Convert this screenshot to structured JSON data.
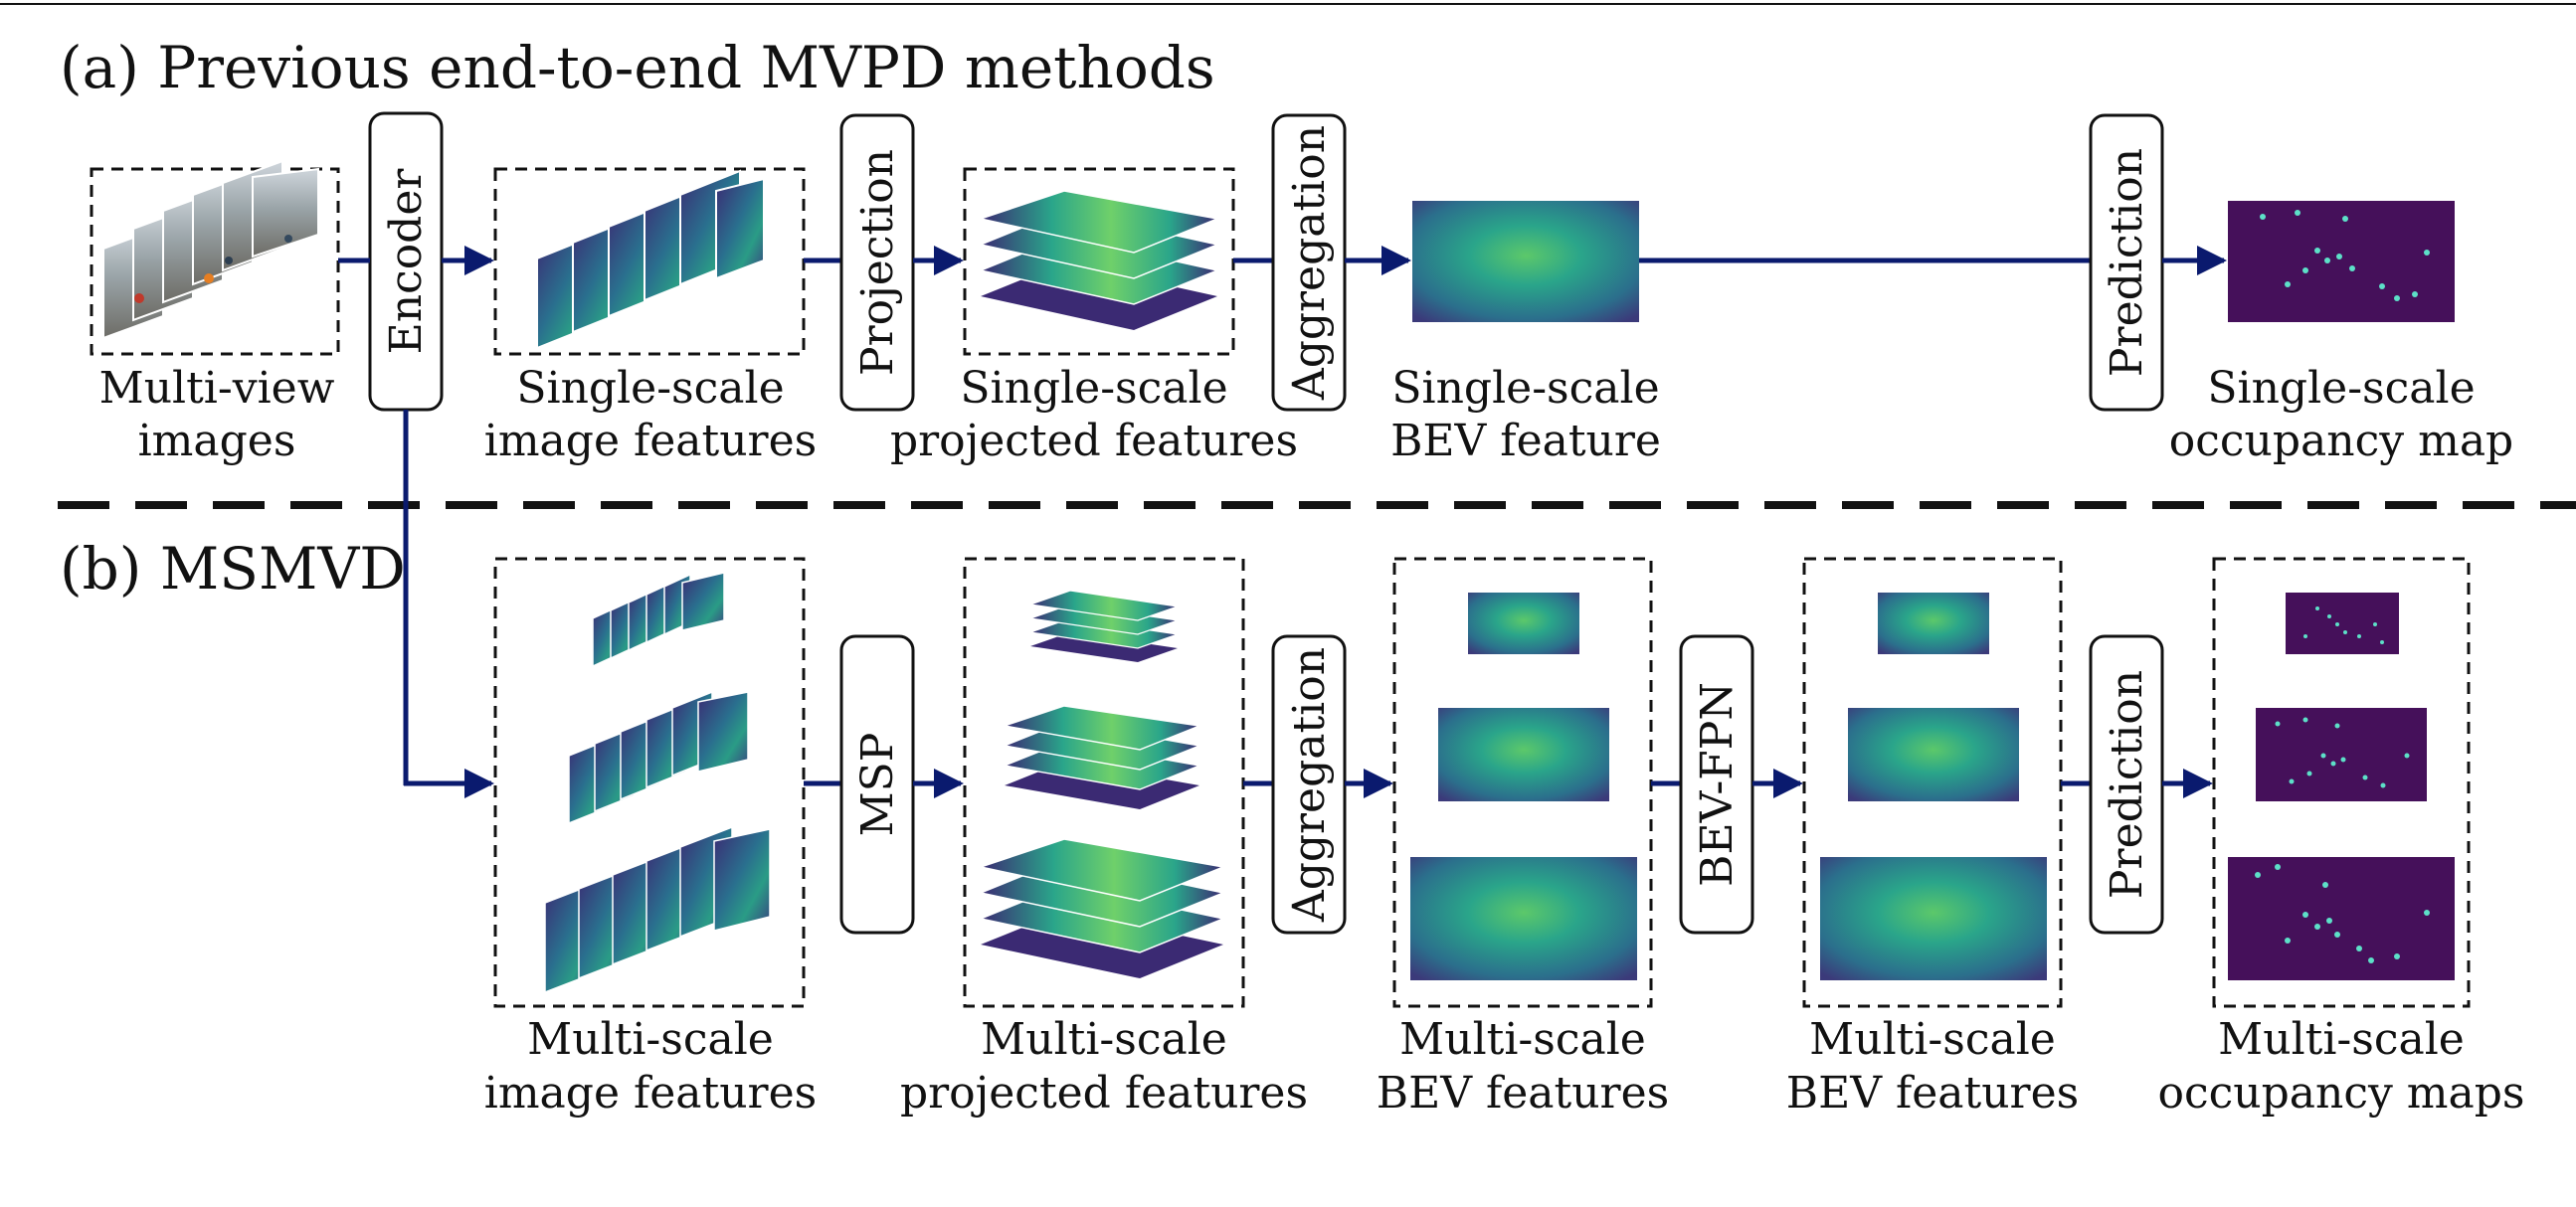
{
  "panel_a": {
    "title": "(a) Previous end-to-end MVPD methods",
    "steps": {
      "encoder": "Encoder",
      "projection": "Projection",
      "aggregation": "Aggregation",
      "prediction": "Prediction"
    },
    "captions": {
      "images": [
        "Multi-view",
        "images"
      ],
      "img_feat": [
        "Single-scale",
        "image features"
      ],
      "proj_feat": [
        "Single-scale",
        "projected features"
      ],
      "bev_feat": [
        "Single-scale",
        "BEV feature"
      ],
      "occ_map": [
        "Single-scale",
        "occupancy map"
      ]
    }
  },
  "panel_b": {
    "title": "(b) MSMVD",
    "steps": {
      "msp": "MSP",
      "aggregation": "Aggregation",
      "bev_fpn": "BEV-FPN",
      "prediction": "Prediction"
    },
    "captions": {
      "img_feat": [
        "Multi-scale",
        "image features"
      ],
      "proj_feat": [
        "Multi-scale",
        "projected features"
      ],
      "bev_feat": [
        "Multi-scale",
        "BEV features"
      ],
      "bev_fpn_feat": [
        "Multi-scale",
        "BEV features"
      ],
      "occ_maps": [
        "Multi-scale",
        "occupancy maps"
      ]
    }
  },
  "colors": {
    "arrow": "#0a1a6e",
    "feature_dark": "#3b2a73",
    "feature_mid": "#2a8c8a",
    "feature_light": "#5cc86a",
    "occupancy_bg": "#45105a",
    "occupancy_dot": "#5de0c8"
  }
}
